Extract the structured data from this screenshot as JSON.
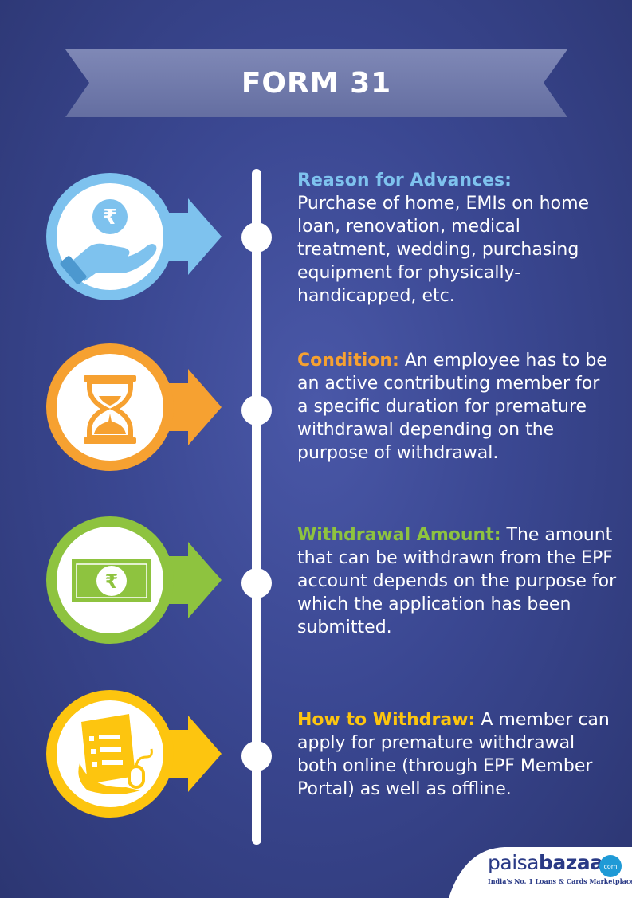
{
  "title": "FORM 31",
  "colors": {
    "background": "#3a4791",
    "ribbon": "#727cab",
    "blue": "#7ec2ee",
    "orange": "#f6a131",
    "green": "#8ec33f",
    "yellow": "#fdc50f"
  },
  "steps": [
    {
      "heading": "Reason for Advances:",
      "body": "Purchase of home, EMIs on home loan, renovation, medical treatment, wedding, purchasing equipment for physically-handicapped, etc.",
      "icon": "rupee-in-hand-icon",
      "color": "#7ec2ee"
    },
    {
      "heading": "Condition:",
      "body": " An employee has to be an active contributing member for a specific duration for premature withdrawal depending on the purpose of withdrawal.",
      "icon": "hourglass-icon",
      "color": "#f6a131"
    },
    {
      "heading": "Withdrawal Amount:",
      "body": " The amount that can be withdrawn from the EPF account depends on the purpose for which the application has been submitted.",
      "icon": "rupee-note-icon",
      "color": "#8ec33f"
    },
    {
      "heading": "How to Withdraw:",
      "body": " A member can apply for premature withdrawal both online (through EPF Member Portal) as well as offline.",
      "icon": "online-form-icon",
      "color": "#fdc50f"
    }
  ],
  "brand": {
    "name_part1": "paisa",
    "name_part2": "bazaar",
    "badge": "com",
    "tagline": "India's No. 1 Loans & Cards Marketplace"
  }
}
